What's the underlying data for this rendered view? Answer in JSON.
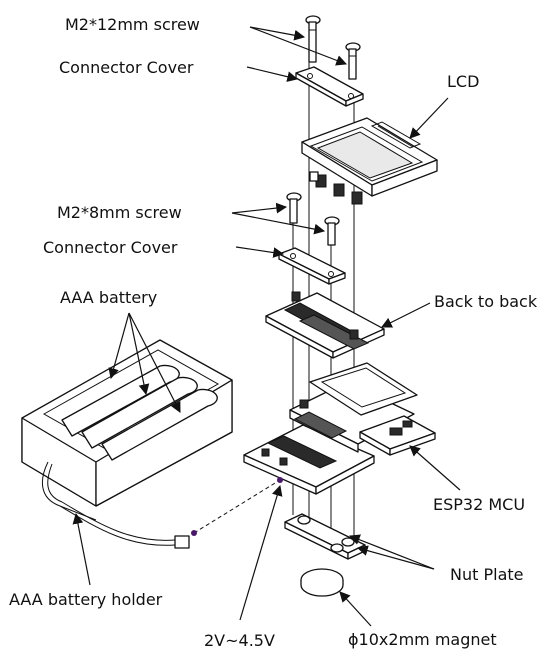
{
  "labels": {
    "screw_12": "M2*12mm screw",
    "connector_cover_top": "Connector Cover",
    "lcd": "LCD",
    "screw_8": "M2*8mm screw",
    "connector_cover_mid": "Connector Cover",
    "aaa_battery": "AAA battery",
    "back_to_back": "Back to back",
    "esp32_mcu": "ESP32 MCU",
    "nut_plate": "Nut Plate",
    "battery_holder": "AAA battery holder",
    "voltage": "2V~4.5V",
    "magnet": "ϕ10x2mm magnet"
  }
}
